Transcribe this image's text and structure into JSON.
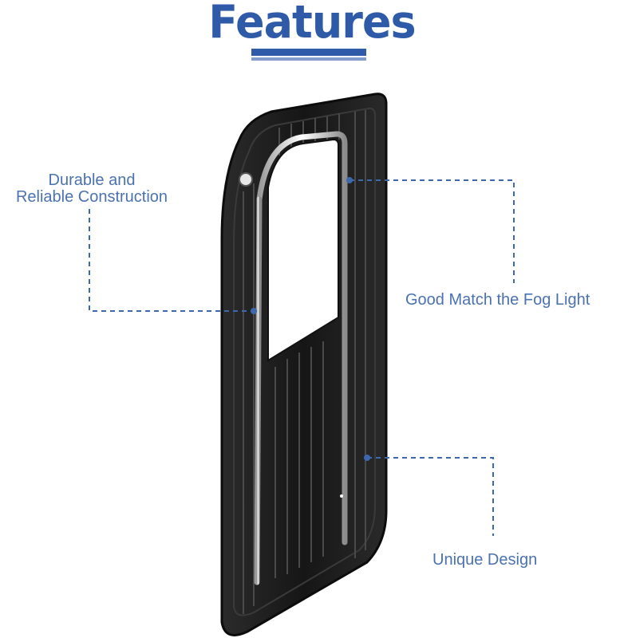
{
  "header": {
    "title": "Features"
  },
  "callouts": {
    "durable_line1": "Durable and",
    "durable_line2": "Reliable Construction",
    "match": "Good Match the Fog Light",
    "unique": "Unique Design"
  },
  "colors": {
    "title": "#2e5aa8",
    "label": "#4a72b0",
    "accent_line": "#3d68ad",
    "grille_body": "#1f1f1f",
    "chrome": "#d9d9d9"
  },
  "product": {
    "image_subject": "fog-light-grille-cover"
  }
}
